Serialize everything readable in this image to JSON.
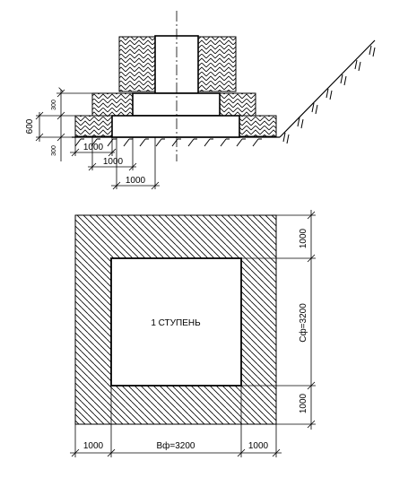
{
  "elevation": {
    "dims": {
      "h300_top": "300",
      "h600": "600",
      "h300_bottom": "300",
      "w1000_a": "1000",
      "w1000_b": "1000",
      "w1000_c": "1000"
    }
  },
  "plan": {
    "step_label": "1 СТУПЕНЬ",
    "dims": {
      "right_top": "1000",
      "right_mid": "Сф=3200",
      "right_bottom": "1000",
      "bottom_left": "1000",
      "bottom_mid": "Вф=3200",
      "bottom_right": "1000"
    }
  }
}
